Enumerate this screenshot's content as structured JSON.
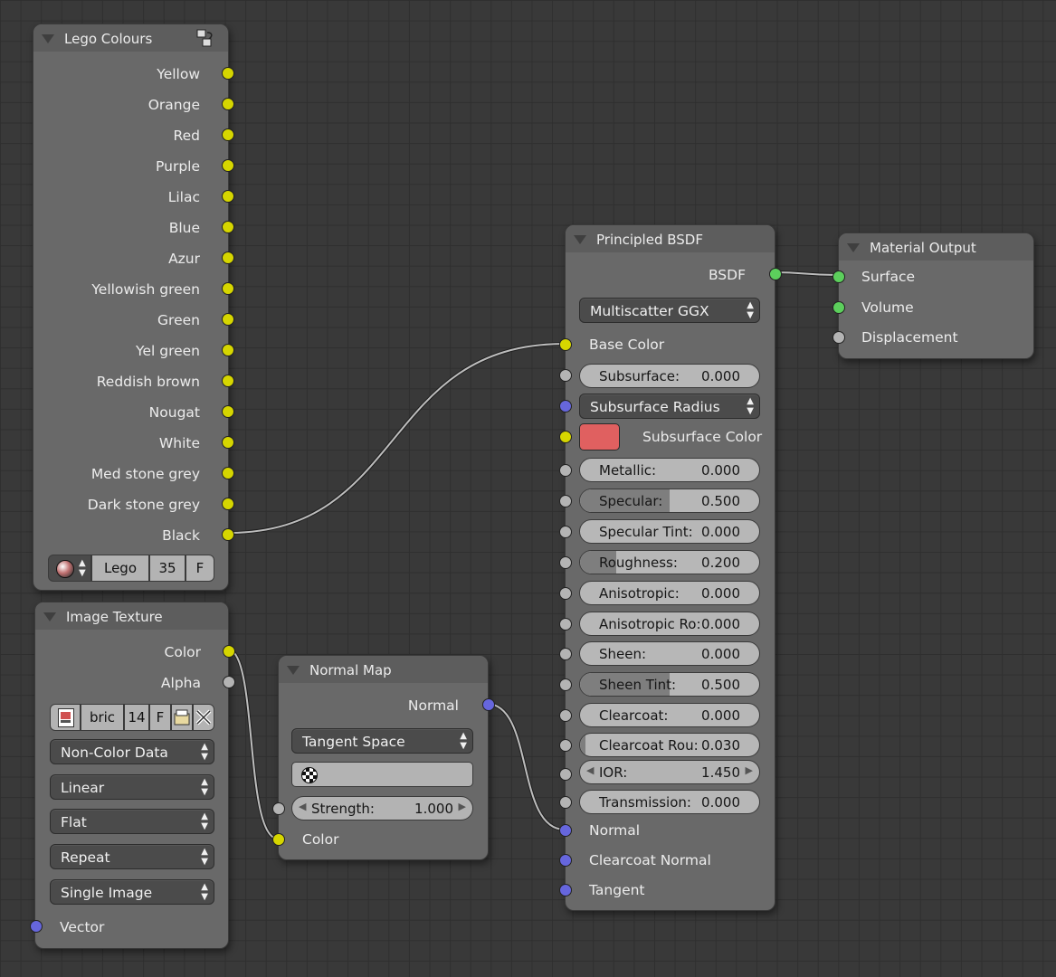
{
  "colors": {
    "yellow_socket": "#d6d600",
    "grey_socket": "#b4b4b4",
    "blue_socket": "#6666dd",
    "green_socket": "#5ccf5c",
    "subsurface_color": "#e06060"
  },
  "lego_colours": {
    "title": "Lego Colours",
    "outputs": [
      "Yellow",
      "Orange",
      "Red",
      "Purple",
      "Lilac",
      "Blue",
      "Azur",
      "Yellowish green",
      "Green",
      "Yel green",
      "Reddish brown",
      "Nougat",
      "White",
      "Med stone grey",
      "Dark stone grey",
      "Black"
    ],
    "group_icon": "node-group-icon",
    "datablock": {
      "icon": "material-sphere-icon",
      "name": "Lego",
      "users": "35",
      "fake_user": "F"
    }
  },
  "image_texture": {
    "title": "Image Texture",
    "outputs": {
      "color": "Color",
      "alpha": "Alpha"
    },
    "image": {
      "icon": "image-icon",
      "name": "bric",
      "users": "14",
      "fake_user": "F",
      "open_icon": "folder-open-icon",
      "close_icon": "close-x-icon"
    },
    "color_space": "Non-Color Data",
    "interpolation": "Linear",
    "projection": "Flat",
    "extension": "Repeat",
    "source": "Single Image",
    "inputs": {
      "vector": "Vector"
    }
  },
  "normal_map": {
    "title": "Normal Map",
    "output": "Normal",
    "space": "Tangent Space",
    "uv_icon": "uv-map-icon",
    "strength_label": "Strength:",
    "strength_value": "1.000",
    "input_color": "Color"
  },
  "principled_bsdf": {
    "title": "Principled BSDF",
    "output": "BSDF",
    "distribution": "Multiscatter GGX",
    "base_color": "Base Color",
    "subsurface": {
      "label": "Subsurface:",
      "value": "0.000",
      "fraction": 0.0
    },
    "subsurface_radius": "Subsurface Radius",
    "subsurface_color": "Subsurface Color",
    "sliders": [
      {
        "label": "Metallic:",
        "value": "0.000",
        "fraction": 0.0
      },
      {
        "label": "Specular:",
        "value": "0.500",
        "fraction": 0.5
      },
      {
        "label": "Specular Tint:",
        "value": "0.000",
        "fraction": 0.0
      },
      {
        "label": "Roughness:",
        "value": "0.200",
        "fraction": 0.2
      },
      {
        "label": "Anisotropic:",
        "value": "0.000",
        "fraction": 0.0
      },
      {
        "label": "Anisotropic Ro:",
        "value": "0.000",
        "fraction": 0.0
      },
      {
        "label": "Sheen:",
        "value": "0.000",
        "fraction": 0.0
      },
      {
        "label": "Sheen Tint:",
        "value": "0.500",
        "fraction": 0.5
      },
      {
        "label": "Clearcoat:",
        "value": "0.000",
        "fraction": 0.0
      },
      {
        "label": "Clearcoat Rou:",
        "value": "0.030",
        "fraction": 0.03
      }
    ],
    "ior": {
      "label": "IOR:",
      "value": "1.450"
    },
    "transmission": {
      "label": "Transmission:",
      "value": "0.000",
      "fraction": 0.0
    },
    "inputs_bottom": [
      "Normal",
      "Clearcoat Normal",
      "Tangent"
    ]
  },
  "material_output": {
    "title": "Material Output",
    "inputs": [
      "Surface",
      "Volume",
      "Displacement"
    ]
  }
}
